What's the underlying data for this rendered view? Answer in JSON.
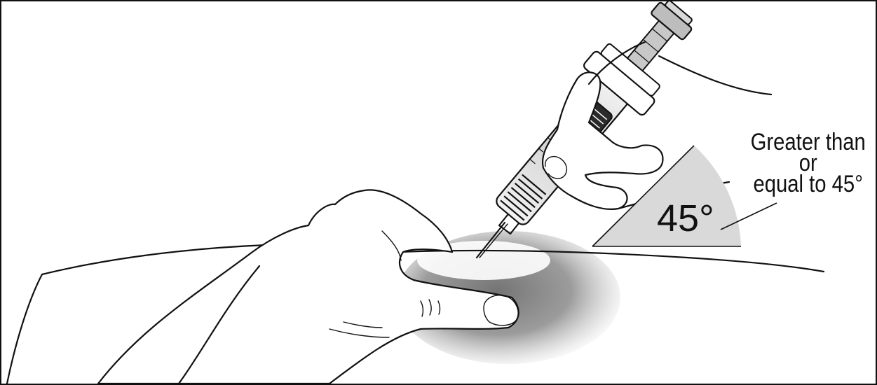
{
  "diagram": {
    "angle_label": "45°",
    "caption_lines": [
      "Greater than",
      "or",
      "equal to 45°"
    ],
    "colors": {
      "ink": "#111111",
      "angle_wedge": "#d9d9d9",
      "injection_shadow": "#8a8a8a",
      "background": "#ffffff"
    },
    "icons": [
      "syringe-icon",
      "hand-icon",
      "arm-icon"
    ]
  }
}
